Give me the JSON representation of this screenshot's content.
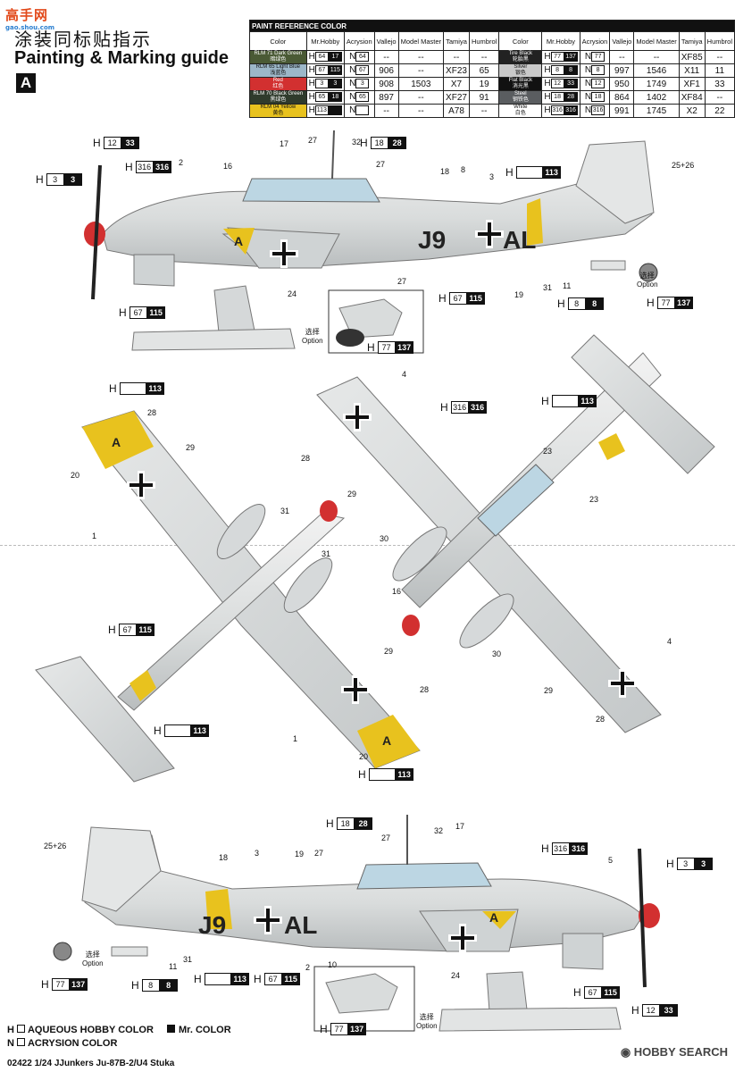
{
  "watermark": {
    "cn": "高手网",
    "url": "gao.shou.com"
  },
  "header": {
    "title_cn": "涂装同标贴指示",
    "title_en": "Painting & Marking guide",
    "sheet_letter": "A"
  },
  "paint_table": {
    "heading": "PAINT REFERENCE COLOR",
    "columns": [
      "Color",
      "Mr.Hobby",
      "Acrysion",
      "Vallejo",
      "Model Master",
      "Tamiya",
      "Humbrol"
    ],
    "left_rows": [
      {
        "color": "RLM 71 Dark Green",
        "color_cn": "暗绿色",
        "hobby": "64",
        "mr": "17",
        "acrysion": "64",
        "vallejo": "--",
        "mm": "--",
        "tamiya": "--",
        "humbrol": "--",
        "hex": "#4a5a35"
      },
      {
        "color": "RLM 65 Light Blue",
        "color_cn": "浅蓝色",
        "hobby": "67",
        "mr": "115",
        "acrysion": "67",
        "vallejo": "906",
        "mm": "--",
        "tamiya": "XF23",
        "humbrol": "65",
        "hex": "#9cb7c8"
      },
      {
        "color": "Red",
        "color_cn": "红色",
        "hobby": "3",
        "mr": "3",
        "acrysion": "3",
        "vallejo": "908",
        "mm": "1503",
        "tamiya": "X7",
        "humbrol": "19",
        "hex": "#d23030"
      },
      {
        "color": "RLM 70 Black Green",
        "color_cn": "黑绿色",
        "hobby": "65",
        "mr": "18",
        "acrysion": "65",
        "vallejo": "897",
        "mm": "--",
        "tamiya": "XF27",
        "humbrol": "91",
        "hex": "#2f3b2c"
      },
      {
        "color": "RLM 04 Yellow",
        "color_cn": "黄色",
        "hobby": "113",
        "mr": "",
        "acrysion": "",
        "vallejo": "--",
        "mm": "--",
        "tamiya": "A78",
        "humbrol": "--",
        "hex": "#e8c21e"
      }
    ],
    "right_rows": [
      {
        "color": "Tire Black",
        "color_cn": "轮胎黑",
        "hobby": "77",
        "mr": "137",
        "acrysion": "77",
        "vallejo": "--",
        "mm": "--",
        "tamiya": "XF85",
        "humbrol": "--",
        "hex": "#222222"
      },
      {
        "color": "Silver",
        "color_cn": "银色",
        "hobby": "8",
        "mr": "8",
        "acrysion": "8",
        "vallejo": "997",
        "mm": "1546",
        "tamiya": "X11",
        "humbrol": "11",
        "hex": "#c9c9c9"
      },
      {
        "color": "Flat Black",
        "color_cn": "消光黑",
        "hobby": "12",
        "mr": "33",
        "acrysion": "12",
        "vallejo": "950",
        "mm": "1749",
        "tamiya": "XF1",
        "humbrol": "33",
        "hex": "#111111"
      },
      {
        "color": "Steel",
        "color_cn": "钢铁色",
        "hobby": "18",
        "mr": "28",
        "acrysion": "18",
        "vallejo": "864",
        "mm": "1402",
        "tamiya": "XF84",
        "humbrol": "--",
        "hex": "#5a5d60"
      },
      {
        "color": "White",
        "color_cn": "白色",
        "hobby": "316",
        "mr": "316",
        "acrysion": "316",
        "vallejo": "991",
        "mm": "1745",
        "tamiya": "X2",
        "humbrol": "22",
        "hex": "#ffffff"
      }
    ]
  },
  "side_markings": {
    "code_left": "J9",
    "code_right": "AL",
    "wing_letter": "A"
  },
  "callouts": {
    "top": {
      "h12_33": {
        "h": "H",
        "w": "12",
        "k": "33"
      },
      "h316": {
        "h": "H",
        "w": "316",
        "k": "316"
      },
      "h3_3": {
        "h": "H",
        "w": "3",
        "k": "3"
      },
      "h18_28": {
        "h": "H",
        "w": "18",
        "k": "28"
      },
      "h113": {
        "h": "H",
        "w": "",
        "k": "113"
      },
      "h67_115": {
        "h": "H",
        "w": "67",
        "k": "115"
      },
      "h67_115b": {
        "h": "H",
        "w": "67",
        "k": "115"
      },
      "h77_137": {
        "h": "H",
        "w": "77",
        "k": "137"
      },
      "h77_137b": {
        "h": "H",
        "w": "77",
        "k": "137"
      },
      "h8_8": {
        "h": "H",
        "w": "8",
        "k": "8"
      },
      "nums": [
        "17",
        "27",
        "32",
        "2",
        "16",
        "27",
        "18",
        "8",
        "3",
        "25+26",
        "27",
        "24",
        "19",
        "31",
        "11"
      ]
    },
    "mid": {
      "h113a": {
        "h": "H",
        "w": "",
        "k": "113"
      },
      "h316": {
        "h": "H",
        "w": "316",
        "k": "316"
      },
      "h113b": {
        "h": "H",
        "w": "",
        "k": "113"
      },
      "h67_115": {
        "h": "H",
        "w": "67",
        "k": "115"
      },
      "h113c": {
        "h": "H",
        "w": "",
        "k": "113"
      },
      "h113d": {
        "h": "H",
        "w": "",
        "k": "113"
      },
      "nums": [
        "28",
        "29",
        "20",
        "1",
        "31",
        "31",
        "29",
        "28",
        "1",
        "20",
        "4",
        "28",
        "29",
        "23",
        "23",
        "30",
        "16",
        "30",
        "29",
        "4",
        "28"
      ]
    },
    "bot": {
      "h18_28": {
        "h": "H",
        "w": "18",
        "k": "28"
      },
      "h316": {
        "h": "H",
        "w": "316",
        "k": "316"
      },
      "h3_3": {
        "h": "H",
        "w": "3",
        "k": "3"
      },
      "h77_137": {
        "h": "H",
        "w": "77",
        "k": "137"
      },
      "h77_137b": {
        "h": "H",
        "w": "77",
        "k": "137"
      },
      "h8_8": {
        "h": "H",
        "w": "8",
        "k": "8"
      },
      "h113": {
        "h": "H",
        "w": "",
        "k": "113"
      },
      "h67_115": {
        "h": "H",
        "w": "67",
        "k": "115"
      },
      "h67_115b": {
        "h": "H",
        "w": "67",
        "k": "115"
      },
      "h12_33": {
        "h": "H",
        "w": "12",
        "k": "33"
      },
      "nums": [
        "32",
        "17",
        "27",
        "25+26",
        "3",
        "19",
        "18",
        "27",
        "5",
        "2",
        "10",
        "11",
        "31",
        "24"
      ]
    }
  },
  "option": {
    "cn": "选择",
    "en": "Option"
  },
  "legend": {
    "h": "H",
    "aqueous": "AQUEOUS HOBBY COLOR",
    "mr": "Mr. COLOR",
    "n": "N",
    "acrysion": "ACRYSION COLOR"
  },
  "footer": {
    "code": "02422",
    "scale": "1/24",
    "name": "JJunkers Ju-87B-2/U4 Stuka"
  },
  "brand": "HOBBY SEARCH"
}
